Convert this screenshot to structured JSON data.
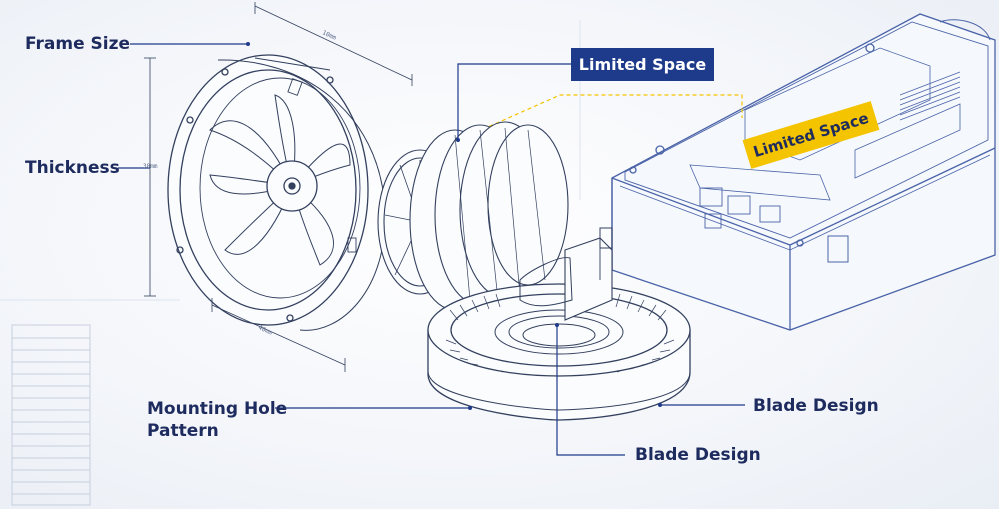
{
  "labels": {
    "frame_size": "Frame Size",
    "thickness": "Thickness",
    "mounting_hole_line1": "Mounting Hole",
    "mounting_hole_line2": "Pattern",
    "blade_design_right": "Blade Design",
    "blade_design_bottom": "Blade Design"
  },
  "callouts": {
    "limited_space_box": "Limited Space",
    "limited_space_tag": "Limited Space"
  },
  "dimensions": {
    "top": "10mm",
    "side": "38mm",
    "bottom": "40mm"
  },
  "colors": {
    "navy": "#1e3a8a",
    "label_text": "#1d2b5e",
    "accent_yellow": "#f5c400",
    "line_dark": "#33405e",
    "line_blue": "#4a63a8"
  }
}
